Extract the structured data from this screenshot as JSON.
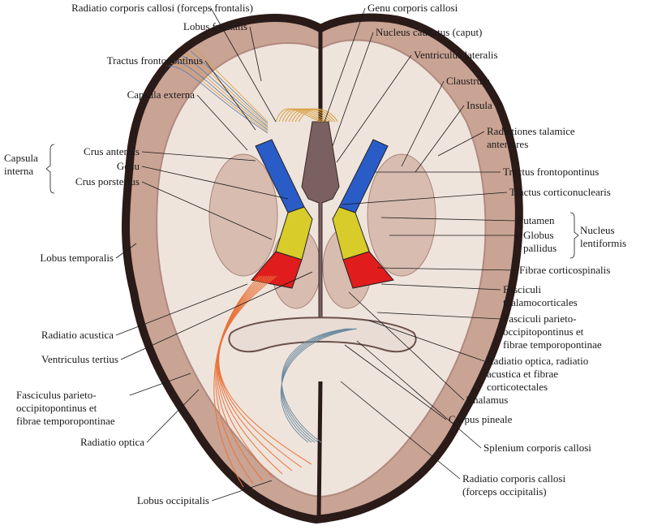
{
  "colors": {
    "cortex": "#c9a393",
    "cortex_edge": "#2a1a18",
    "white_matter": "#efe4dc",
    "nuclei": "#d8bcb0",
    "anterior_limb": "#2a5cc8",
    "genu": "#d8cc2a",
    "posterior_limb": "#e01c1c",
    "radiation_fibers": "#e8743c",
    "frontal_fibers": "#d8a040"
  },
  "labels_left": [
    {
      "lines": [
        "Radiatio corporis callosi (forceps frontalis)"
      ]
    },
    {
      "lines": [
        "Lobus frontalis"
      ]
    },
    {
      "lines": [
        "Tractus frontopontinus"
      ]
    },
    {
      "lines": [
        "Capsula externa"
      ]
    },
    {
      "lines": [
        "Crus anterius"
      ]
    },
    {
      "lines": [
        "Genu"
      ]
    },
    {
      "lines": [
        "Crus porsterius"
      ]
    },
    {
      "lines": [
        "Lobus temporalis"
      ]
    },
    {
      "lines": [
        "Radiatio acustica"
      ]
    },
    {
      "lines": [
        "Ventriculus tertius"
      ]
    },
    {
      "lines": [
        "Fasciculus parieto-",
        "occipitopontinus et",
        "fibrae temporopontinae"
      ]
    },
    {
      "lines": [
        "Radiatio optica"
      ]
    },
    {
      "lines": [
        "Lobus occipitalis"
      ]
    }
  ],
  "group_left": {
    "lines": [
      "Capsula",
      "interna"
    ]
  },
  "labels_right": [
    {
      "lines": [
        "Genu corporis callosi"
      ]
    },
    {
      "lines": [
        "Nucleus caudatus (caput)"
      ]
    },
    {
      "lines": [
        "Ventriculus lateralis"
      ]
    },
    {
      "lines": [
        "Claustrum"
      ]
    },
    {
      "lines": [
        "Insula"
      ]
    },
    {
      "lines": [
        "Radiationes talamice",
        "anteriores"
      ]
    },
    {
      "lines": [
        "Tractus frontopontinus"
      ]
    },
    {
      "lines": [
        "Tractus corticonuclearis"
      ]
    },
    {
      "lines": [
        "Putamen"
      ]
    },
    {
      "lines": [
        "Globus",
        "pallidus"
      ]
    },
    {
      "lines": [
        "Fibrae corticospinalis"
      ]
    },
    {
      "lines": [
        "Fasciculi",
        "thalamocorticales"
      ]
    },
    {
      "lines": [
        "Fasciculi parieto-",
        "occipitopontinus et",
        "fibrae temporopontinae"
      ]
    },
    {
      "lines": [
        "Radiatio optica, radiatio",
        "acustica et fibrae",
        "corticotectales"
      ]
    },
    {
      "lines": [
        "Thalamus"
      ]
    },
    {
      "lines": [
        "Corpus pineale"
      ]
    },
    {
      "lines": [
        "Splenium corporis callosi"
      ]
    },
    {
      "lines": [
        "Radiatio corporis callosi",
        "(forceps occipitalis)"
      ]
    }
  ],
  "group_right": {
    "lines": [
      "Nucleus",
      "lentiformis"
    ]
  }
}
